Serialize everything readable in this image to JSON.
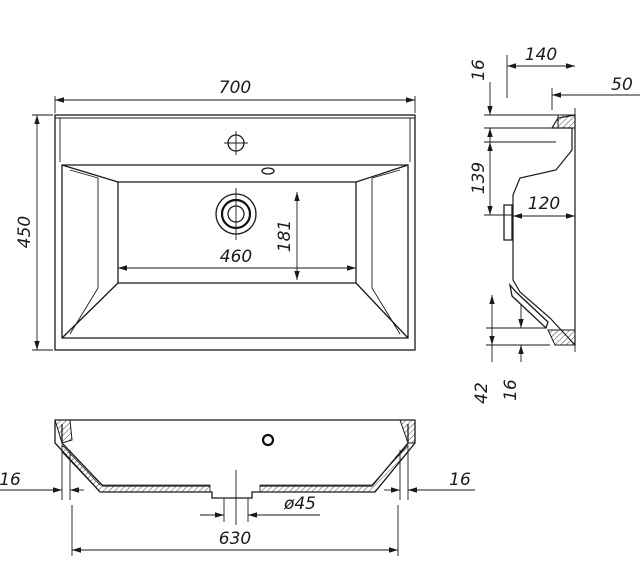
{
  "dimensions": {
    "top_width": "700",
    "top_depth": "450",
    "bowl_width": "460",
    "bowl_depth": "181",
    "side_depth": "140",
    "side_rim": "50",
    "side_upper_wall": "16",
    "side_drop": "139",
    "side_bowl_depth": "120",
    "side_bottom_total": "42",
    "side_bottom_wall": "16",
    "front_left_wall": "16",
    "front_right_wall": "16",
    "front_drain": "ø45",
    "front_base_width": "630"
  }
}
